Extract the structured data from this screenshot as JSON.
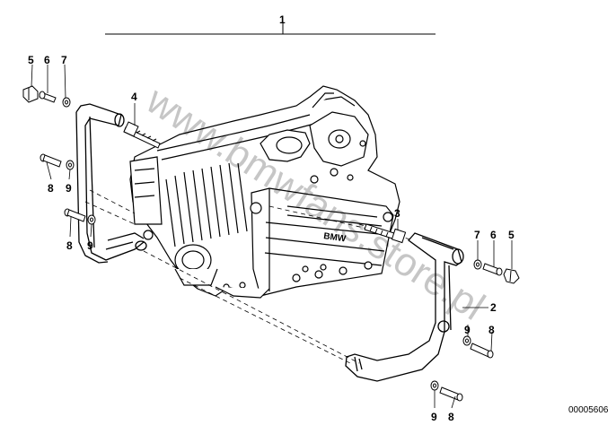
{
  "diagram": {
    "callouts": {
      "c1": "1",
      "c2": "2",
      "c3": "3",
      "c4": "4",
      "c5a": "5",
      "c6a": "6",
      "c7a": "7",
      "c8a": "8",
      "c9a": "9",
      "c8b": "8",
      "c9b": "9",
      "c7b": "7",
      "c6b": "6",
      "c5b": "5",
      "c9c": "9",
      "c8c": "8",
      "c9d": "9",
      "c8d": "8"
    },
    "engine_logo": "BMW",
    "reference_number": "00005606",
    "watermark": "www.bmwfans.store.pl"
  }
}
